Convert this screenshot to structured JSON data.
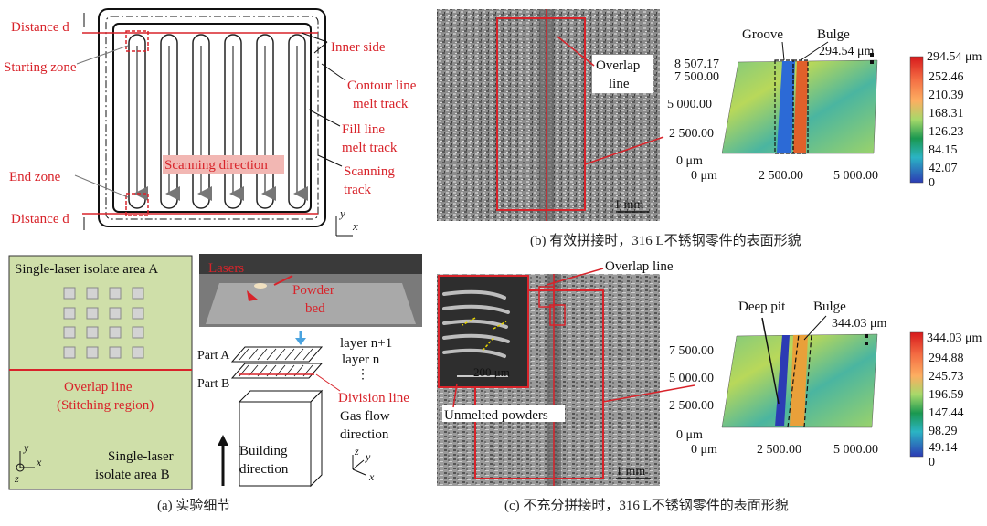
{
  "scan_diagram": {
    "distance_top": "Distance d",
    "distance_bottom": "Distance d",
    "starting_zone": "Starting zone",
    "end_zone": "End zone",
    "inner_side": "Inner side",
    "contour_line_1": "Contour line",
    "contour_line_2": "melt track",
    "fill_line_1": "Fill line",
    "fill_line_2": "melt track",
    "scanning_track_1": "Scanning",
    "scanning_track_2": "track",
    "scanning_direction": "Scanning direction",
    "axis_y": "y",
    "axis_x": "x"
  },
  "area_panel": {
    "area_a": "Single-laser isolate area A",
    "overlap_line_1": "Overlap line",
    "overlap_line_2": "(Stitching region)",
    "area_b_1": "Single-laser",
    "area_b_2": "isolate area B",
    "axis_y": "y",
    "axis_x": "x",
    "axis_z": "z"
  },
  "photo_panel": {
    "lasers": "Lasers",
    "powder_bed_1": "Powder",
    "powder_bed_2": "bed"
  },
  "layer_diagram": {
    "layer_n1": "layer n+1",
    "layer_n": "layer n",
    "dots": "⋮",
    "part_a": "Part A",
    "part_b": "Part B",
    "division_line": "Division line",
    "gas_flow_1": "Gas flow",
    "gas_flow_2": "direction",
    "building_1": "Building",
    "building_2": "direction",
    "axis_z": "z",
    "axis_y": "y",
    "axis_x": "x"
  },
  "micro_b": {
    "overlap_line_1": "Overlap",
    "overlap_line_2": "line",
    "scale": "1 mm"
  },
  "surface_b": {
    "groove": "Groove",
    "bulge": "Bulge",
    "max_label": "294.54 μm",
    "y_ticks": [
      "8 507.17",
      "7 500.00",
      "5 000.00",
      "2 500.00",
      "0 μm"
    ],
    "x_ticks": [
      "0 μm",
      "2 500.00",
      "5 000.00"
    ],
    "colorbar": [
      "294.54 μm",
      "252.46",
      "210.39",
      "168.31",
      "126.23",
      "84.15",
      "42.07",
      "0"
    ]
  },
  "micro_c": {
    "overlap_line": "Overlap line",
    "inset_scale": "200 μm",
    "unmelted": "Unmelted powders",
    "scale": "1 mm"
  },
  "surface_c": {
    "deep_pit": "Deep pit",
    "bulge": "Bulge",
    "max_label": "344.03 μm",
    "y_ticks": [
      "7 500.00",
      "5 000.00",
      "2 500.00",
      "0 μm"
    ],
    "x_ticks": [
      "0 μm",
      "2 500.00",
      "5 000.00"
    ],
    "colorbar": [
      "344.03 μm",
      "294.88",
      "245.73",
      "196.59",
      "147.44",
      "98.29",
      "49.14",
      "0"
    ]
  },
  "captions": {
    "a": "(a) 实验细节",
    "b": "(b) 有效拼接时，316 L不锈钢零件的表面形貌",
    "c": "(c) 不充分拼接时，316 L不锈钢零件的表面形貌"
  },
  "colors": {
    "annotation_red": "#d8232a",
    "area_green": "#cfdfa9",
    "micro_gray": "#8f8f8f"
  }
}
